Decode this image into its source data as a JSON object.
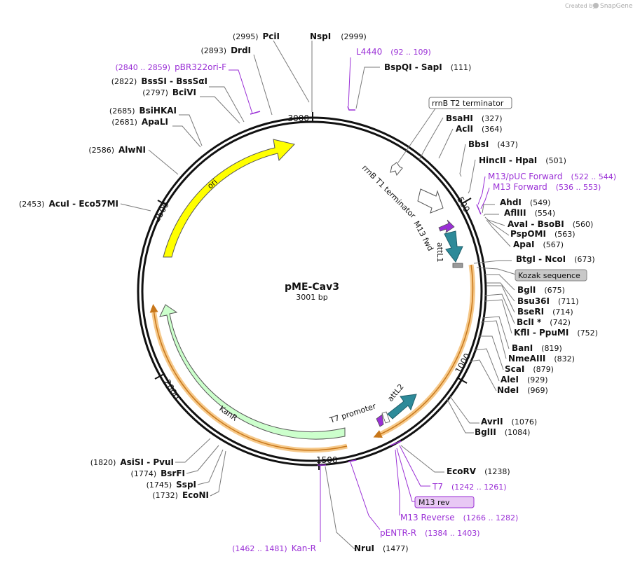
{
  "credit": {
    "prefix": "Created by",
    "brand": "SnapGene"
  },
  "plasmid": {
    "name": "pME-Cav3",
    "length": "3001 bp"
  },
  "ticks": [
    "500",
    "1000",
    "1500",
    "2000",
    "2500",
    "3000"
  ],
  "features": {
    "ori": "ori",
    "kanr": "KanR",
    "attL1": "attL1",
    "attL2": "attL2",
    "m13fwd": "M13 fwd",
    "t7promoter": "T7 promoter",
    "rrnbT1": "rrnB T1 terminator",
    "rrnbT2": "rrnB T2 terminator",
    "kozak": "Kozak sequence",
    "m13rev": "M13 rev"
  },
  "sites": [
    {
      "name": "NspI",
      "pos": "(2999)"
    },
    {
      "name": "PciI",
      "pos": "(2995)"
    },
    {
      "name": "DrdI",
      "pos": "(2893)"
    },
    {
      "name": "BssSI  -  BssSαI",
      "pos": "(2822)"
    },
    {
      "name": "BciVI",
      "pos": "(2797)"
    },
    {
      "name": "BsiHKAI",
      "pos": "(2685)"
    },
    {
      "name": "ApaLI",
      "pos": "(2681)"
    },
    {
      "name": "AlwNI",
      "pos": "(2586)"
    },
    {
      "name": "AcuI  -  Eco57MI",
      "pos": "(2453)"
    },
    {
      "name": "BspQI  -  SapI",
      "pos": "(111)"
    },
    {
      "name": "BsaHI",
      "pos": "(327)"
    },
    {
      "name": "AclI",
      "pos": "(364)"
    },
    {
      "name": "BbsI",
      "pos": "(437)"
    },
    {
      "name": "HincII  -  HpaI",
      "pos": "(501)"
    },
    {
      "name": "AhdI",
      "pos": "(549)"
    },
    {
      "name": "AflIII",
      "pos": "(554)"
    },
    {
      "name": "AvaI  -  BsoBI",
      "pos": "(560)"
    },
    {
      "name": "PspOMI",
      "pos": "(563)"
    },
    {
      "name": "ApaI",
      "pos": "(567)"
    },
    {
      "name": "BtgI  -  NcoI",
      "pos": "(673)"
    },
    {
      "name": "BglI",
      "pos": "(675)"
    },
    {
      "name": "Bsu36I",
      "pos": "(711)"
    },
    {
      "name": "BseRI",
      "pos": "(714)"
    },
    {
      "name": "BclI *",
      "pos": "(742)"
    },
    {
      "name": "KflI  -  PpuMI",
      "pos": "(752)"
    },
    {
      "name": "BanI",
      "pos": "(819)"
    },
    {
      "name": "NmeAIII",
      "pos": "(832)"
    },
    {
      "name": "ScaI",
      "pos": "(879)"
    },
    {
      "name": "AleI",
      "pos": "(929)"
    },
    {
      "name": "NdeI",
      "pos": "(969)"
    },
    {
      "name": "AvrII",
      "pos": "(1076)"
    },
    {
      "name": "BglII",
      "pos": "(1084)"
    },
    {
      "name": "EcoRV",
      "pos": "(1238)"
    },
    {
      "name": "NruI",
      "pos": "(1477)"
    },
    {
      "name": "AsiSI  -  PvuI",
      "pos": "(1820)"
    },
    {
      "name": "BsrFI",
      "pos": "(1774)"
    },
    {
      "name": "SspI",
      "pos": "(1745)"
    },
    {
      "name": "EcoNI",
      "pos": "(1732)"
    }
  ],
  "primers": [
    {
      "name": "L4440",
      "pos": "(92 .. 109)"
    },
    {
      "name": "pBR322ori-F",
      "pos": "(2840 .. 2859)"
    },
    {
      "name": "M13/pUC Forward",
      "pos": "(522 .. 544)"
    },
    {
      "name": "M13 Forward",
      "pos": "(536 .. 553)"
    },
    {
      "name": "T7",
      "pos": "(1242 .. 1261)"
    },
    {
      "name": "M13 Reverse",
      "pos": "(1266 .. 1282)"
    },
    {
      "name": "pENTR-R",
      "pos": "(1384 .. 1403)"
    },
    {
      "name": "Kan-R",
      "pos": "(1462 .. 1481)"
    }
  ],
  "colors": {
    "ori": "#ffff00",
    "kanr": "#ccffcc",
    "att": "#2d8a99",
    "primer": "#9a2fd6",
    "cds_highlight": "#f6c98a",
    "cds_line": "#c8771a",
    "kozak": "#c8c8c8"
  }
}
